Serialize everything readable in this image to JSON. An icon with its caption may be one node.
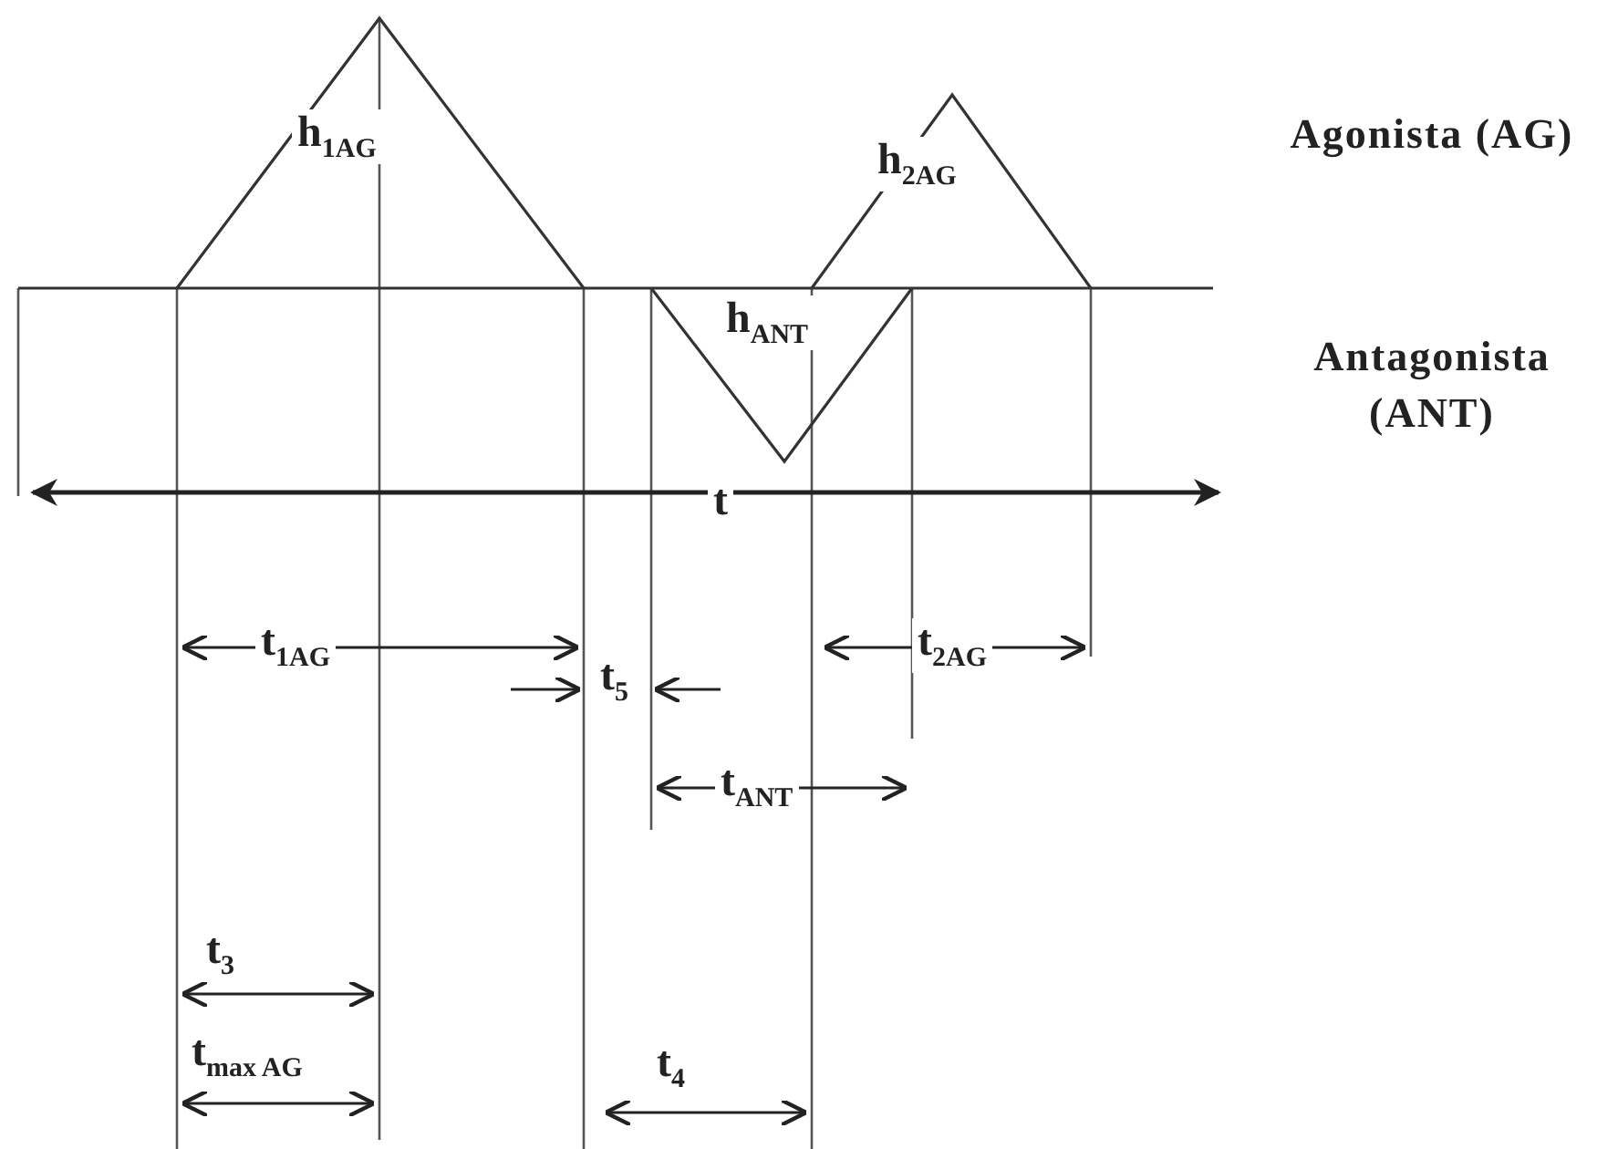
{
  "diagram": {
    "labels": [
      "h$_{1AG}$",
      "h$_{2AG}$",
      "Agonista (AG)",
      "h$_{ANT}$",
      "Antagonista (ANT)",
      "t",
      "t$_{1AG}$",
      "t$_{2AG}$",
      "t$_{5}$",
      "t$_{ANT}$",
      "t$_{3}$",
      "t$_{max AG}$",
      "t$_{4}$"
    ]
  }
}
